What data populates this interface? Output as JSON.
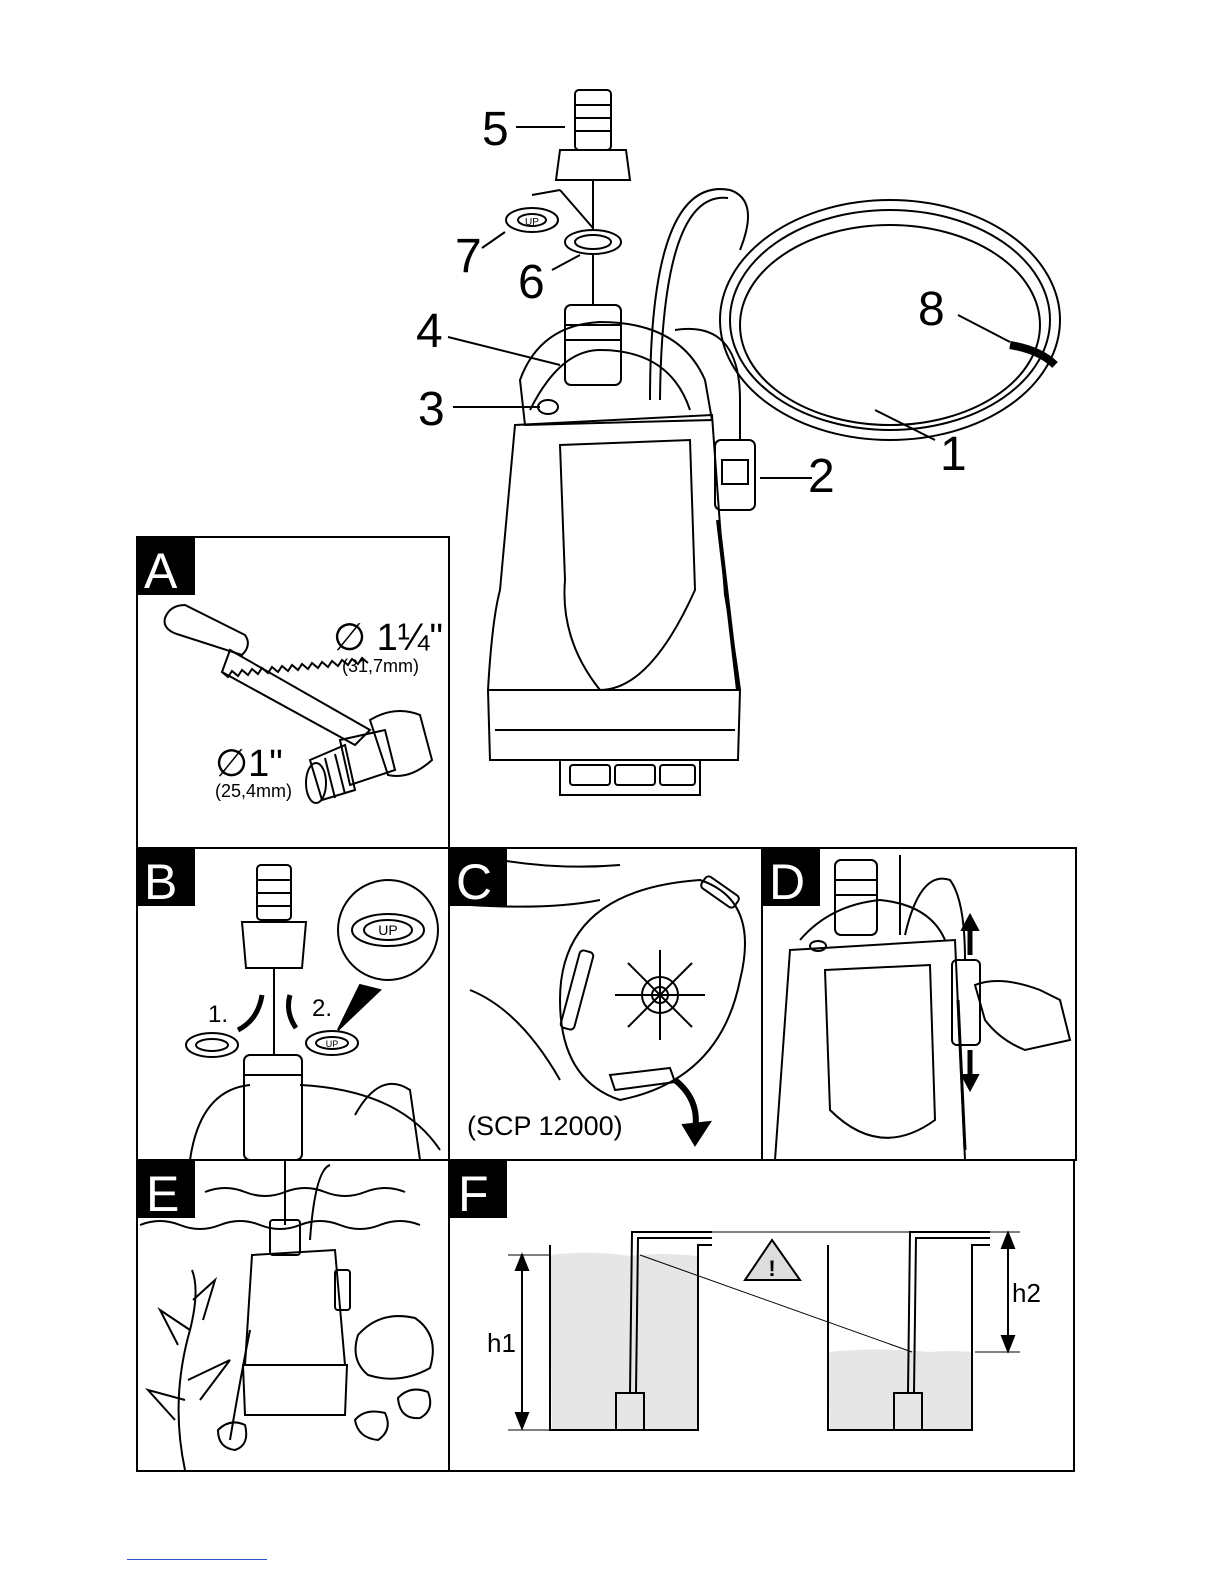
{
  "main_figure": {
    "callouts": [
      {
        "id": "1",
        "text": "1"
      },
      {
        "id": "2",
        "text": "2"
      },
      {
        "id": "3",
        "text": "3"
      },
      {
        "id": "4",
        "text": "4"
      },
      {
        "id": "5",
        "text": "5"
      },
      {
        "id": "6",
        "text": "6"
      },
      {
        "id": "7",
        "text": "7"
      },
      {
        "id": "8",
        "text": "8"
      }
    ],
    "valve_label": "UP"
  },
  "panels": {
    "A": {
      "letter": "A",
      "large_diameter": "∅ 1¼\"",
      "large_diameter_mm": "(31,7mm)",
      "small_diameter": "∅1\"",
      "small_diameter_mm": "(25,4mm)"
    },
    "B": {
      "letter": "B",
      "step1": "1.",
      "step2": "2.",
      "valve_label": "UP"
    },
    "C": {
      "letter": "C",
      "model_note": "(SCP 12000)"
    },
    "D": {
      "letter": "D"
    },
    "E": {
      "letter": "E"
    },
    "F": {
      "letter": "F",
      "h1_label": "h1",
      "h2_label": "h2",
      "warning_icon": "warning-triangle-icon"
    }
  },
  "colors": {
    "line": "#000000",
    "water_fill": "#e6e6e6",
    "panel_letter_bg": "#000000",
    "footer_rule": "#3355cc"
  }
}
